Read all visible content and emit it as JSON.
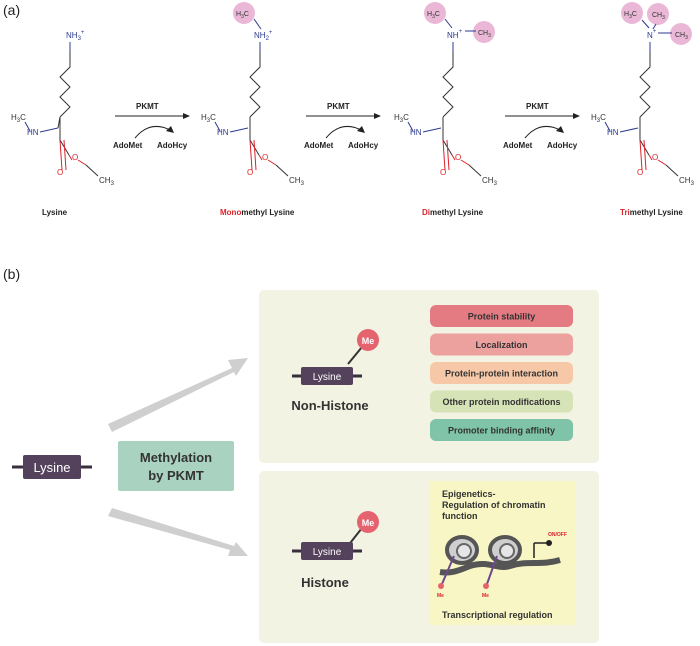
{
  "panel_a": {
    "tag": "(a)",
    "enzyme": "PKMT",
    "cofactor_in": "AdoMet",
    "cofactor_out": "AdoHcy",
    "atoms": {
      "nh3": "NH",
      "nh3_sup": "3",
      "nh2": "NH",
      "nh2_sup": "2",
      "nh": "NH",
      "n": "N",
      "plus": "+",
      "hn": "HN",
      "h3c": "H",
      "h3c_sub": "3",
      "h3c_c": "C",
      "ch3": "CH",
      "ch3_sub": "3",
      "o": "O"
    },
    "labels": {
      "lysine": "Lysine",
      "mono_prefix": "Mono",
      "mono_rest": "methyl Lysine",
      "di_prefix": "Di",
      "di_rest": "methyl Lysine",
      "tri_prefix": "Tri",
      "tri_rest": "methyl Lysine"
    }
  },
  "panel_b": {
    "tag": "(b)",
    "left_lysine": "Lysine",
    "methylation_line1": "Methylation",
    "methylation_line2": "by PKMT",
    "me": "Me",
    "block_lysine": "Lysine",
    "non_histone": "Non-Histone",
    "histone": "Histone",
    "functions": [
      {
        "label": "Protein stability",
        "color": "#e47a82"
      },
      {
        "label": "Localization",
        "color": "#eda19e"
      },
      {
        "label": "Protein-protein interaction",
        "color": "#f7c8a8"
      },
      {
        "label": "Other protein modifications",
        "color": "#d5e3b6"
      },
      {
        "label": "Promoter binding affinity",
        "color": "#7fc3a8"
      }
    ],
    "epi_line1": "Epigenetics-",
    "epi_line2": "Regulation of chromatin",
    "epi_line3": "function",
    "on_off": "ON/OFF",
    "nuc_me": "Me",
    "transcription": "Transcriptional regulation",
    "colors": {
      "panel_bg": "#f3f3e3",
      "inner_bg": "#f7f6c4",
      "lysine_block": "#54425c",
      "me_circle": "#e5636f",
      "methyl_highlight": "#eab8d6",
      "red_text": "#d9232a",
      "blue_text": "#2b3a8f",
      "arrow_gray": "#cfcfcf",
      "methylation_box": "#a9d2c1"
    }
  }
}
